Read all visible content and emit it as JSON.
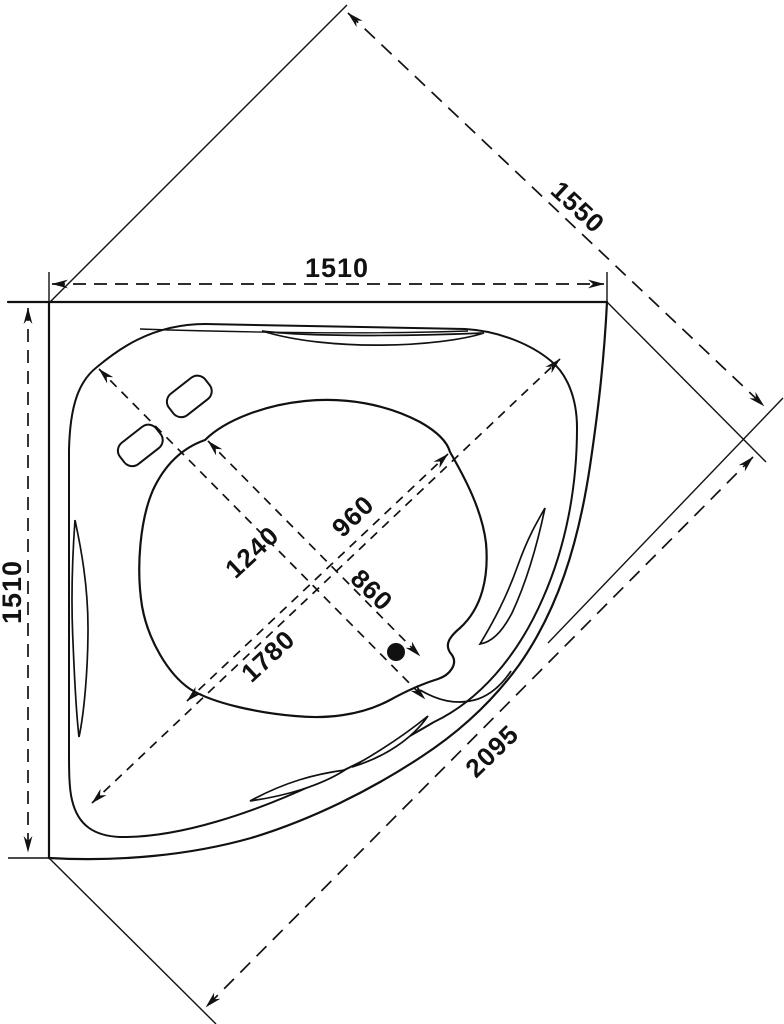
{
  "drawing": {
    "type": "corner-bathtub-plan-technical-drawing",
    "dimensions": {
      "top_width": "1510",
      "left_height": "1510",
      "corner_diagonal": "1550",
      "front_edge_length": "2095",
      "inner_rim_diagonal": "1780",
      "basin_diagonal": "1240",
      "cross_diagonal_a": "960",
      "cross_diagonal_b": "860"
    },
    "colors": {
      "line": "#111111",
      "background": "#ffffff"
    }
  }
}
